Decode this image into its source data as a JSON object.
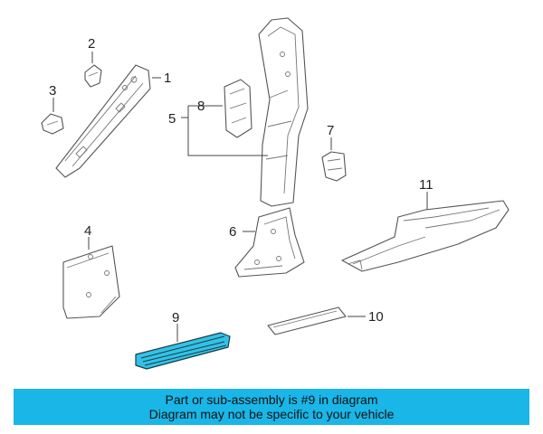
{
  "callouts": {
    "c1": "1",
    "c2": "2",
    "c3": "3",
    "c4": "4",
    "c5": "5",
    "c6": "6",
    "c7": "7",
    "c8": "8",
    "c9": "9",
    "c10": "10",
    "c11": "11"
  },
  "banner": {
    "line1": "Part or sub-assembly is #9 in diagram",
    "line2": "Diagram may not be specific to your vehicle"
  },
  "colors": {
    "highlight": "#33c2e6",
    "banner_bg": "#1ab6e8"
  },
  "highlighted_part": "9"
}
